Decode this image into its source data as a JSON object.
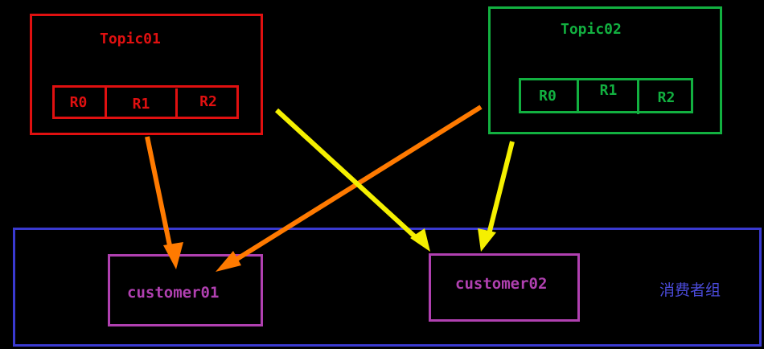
{
  "colors": {
    "background": "#000000",
    "topic01": "#e01010",
    "topic02": "#12b040",
    "consumer": "#b040b0",
    "group": "#3a3ad0",
    "arrow_orange": "#ff7a00",
    "arrow_yellow": "#f5f000"
  },
  "topic01": {
    "title": "Topic01",
    "partitions": [
      "R0",
      "R1",
      "R2"
    ]
  },
  "topic02": {
    "title": "Topic02",
    "partitions": [
      "R0",
      "R1",
      "R2"
    ]
  },
  "consumer_group": {
    "label": "消费者组",
    "consumers": [
      "customer01",
      "customer02"
    ]
  }
}
